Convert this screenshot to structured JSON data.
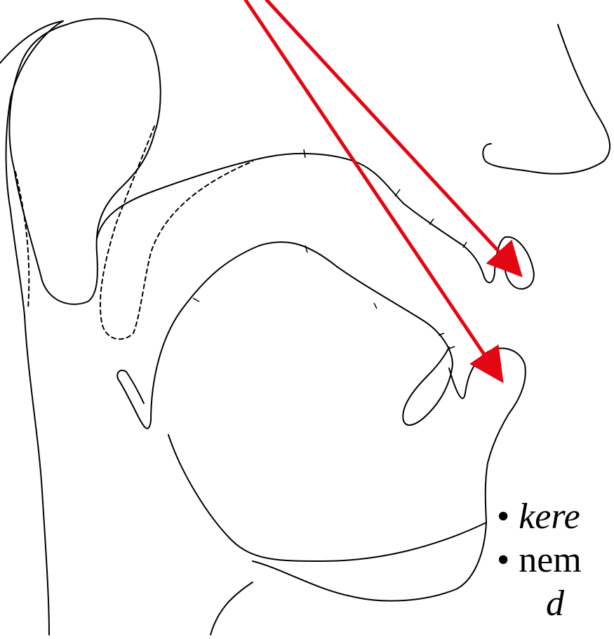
{
  "colors": {
    "line": "#000000",
    "arrow": "#e30613",
    "background": "#ffffff"
  },
  "bullets": [
    {
      "marker": "•",
      "text": "kere",
      "italic": true
    },
    {
      "marker": "•",
      "text": "nem",
      "italic": false
    },
    {
      "marker": "",
      "text": "d",
      "italic": true
    }
  ]
}
